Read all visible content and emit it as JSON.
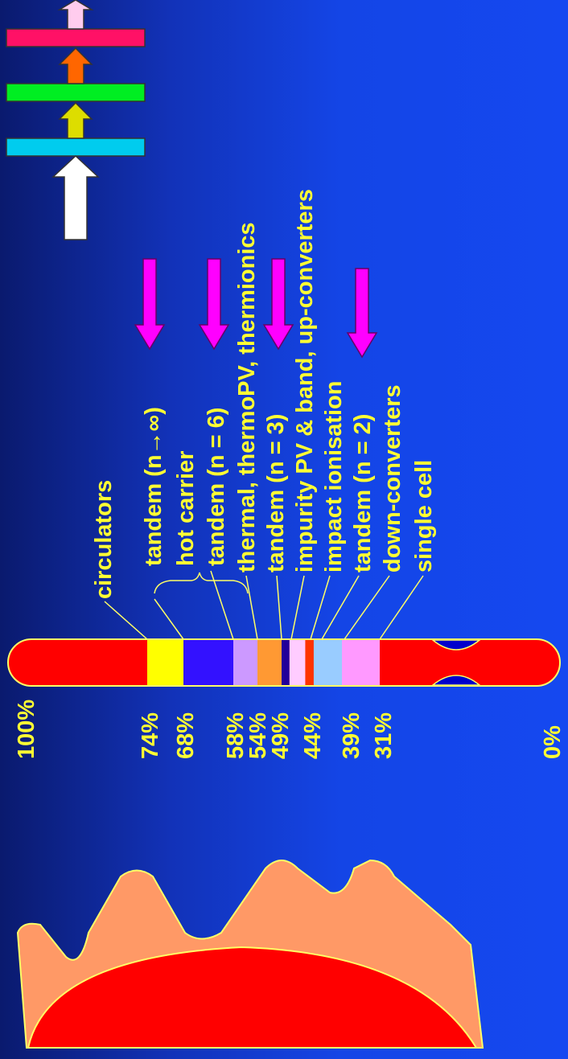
{
  "colors": {
    "background_left": "#0a1a6e",
    "background_right": "#1548f0",
    "text": "#ffff33",
    "bar_red": "#ff0000",
    "arrow_magenta": "#ff00ff",
    "spectrum_outer": "#ff9966"
  },
  "percent_labels": [
    {
      "text": "100%",
      "value": 100
    },
    {
      "text": "74%",
      "value": 74
    },
    {
      "text": "68%",
      "value": 68
    },
    {
      "text": "58%",
      "value": 58
    },
    {
      "text": "54%",
      "value": 54
    },
    {
      "text": "49%",
      "value": 49
    },
    {
      "text": "44%",
      "value": 44
    },
    {
      "text": "39%",
      "value": 39
    },
    {
      "text": "31%",
      "value": 31
    },
    {
      "text": "0%",
      "value": 0
    }
  ],
  "bar_segments": [
    {
      "from": 74,
      "to": 68,
      "color": "#ffff00"
    },
    {
      "from": 68,
      "to": 58,
      "color": "#3311ff"
    },
    {
      "from": 58,
      "to": 54,
      "color": "#cc99ff"
    },
    {
      "from": 54,
      "to": 49.5,
      "color": "#ff9933"
    },
    {
      "from": 49.5,
      "to": 48,
      "color": "#220099"
    },
    {
      "from": 48,
      "to": 45,
      "color": "#ffccff"
    },
    {
      "from": 45,
      "to": 43.5,
      "color": "#ff3300"
    },
    {
      "from": 43.5,
      "to": 39,
      "color": "#99ccff"
    },
    {
      "from": 39,
      "to": 31,
      "color": "#ff99ff"
    }
  ],
  "concepts": [
    "circulators",
    "tandem (n→∞)",
    "hot carrier",
    "tandem (n = 6)",
    "thermal, thermoPV, thermionics",
    "tandem (n = 3)",
    "impurity PV & band, up-converters",
    "impact ionisation",
    "tandem (n = 2)",
    "down-converters",
    "single cell"
  ],
  "tandem_stack_colors": [
    "#00ccee",
    "#00ee22",
    "#ff1166"
  ],
  "tandem_arrow_colors": [
    "#ffffff",
    "#dddd00",
    "#ff6600",
    "#ffccee"
  ]
}
